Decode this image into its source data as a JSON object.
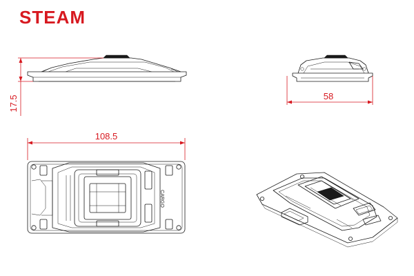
{
  "brand": {
    "logo_text": "STEAM",
    "logo_color": "#d71920"
  },
  "views": {
    "front_view": {
      "dimension_label": "17.5"
    },
    "side_view": {
      "dimension_label": "58"
    },
    "top_view": {
      "dimension_label": "108.5",
      "engraved_text": "CARGO"
    },
    "isometric_view": {}
  },
  "colors": {
    "dimension": "#d71920",
    "line": "#1a1a1a",
    "background": "#ffffff"
  }
}
